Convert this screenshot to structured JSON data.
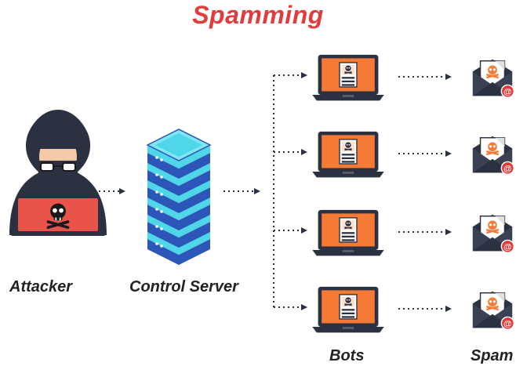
{
  "title": "Spamming",
  "labels": {
    "attacker": "Attacker",
    "server": "Control Server",
    "bots": "Bots",
    "spam": "Spam"
  },
  "colors": {
    "title": "#e23b3b",
    "label": "#222222",
    "dark": "#2b3140",
    "screen_orange": "#f47a35",
    "attacker_laptop": "#e8534a",
    "server_cyan": "#4fd6e8",
    "server_blue": "#2c56b8",
    "spam_badge": "#e53935"
  },
  "bots_count": 4,
  "spam_count": 4
}
